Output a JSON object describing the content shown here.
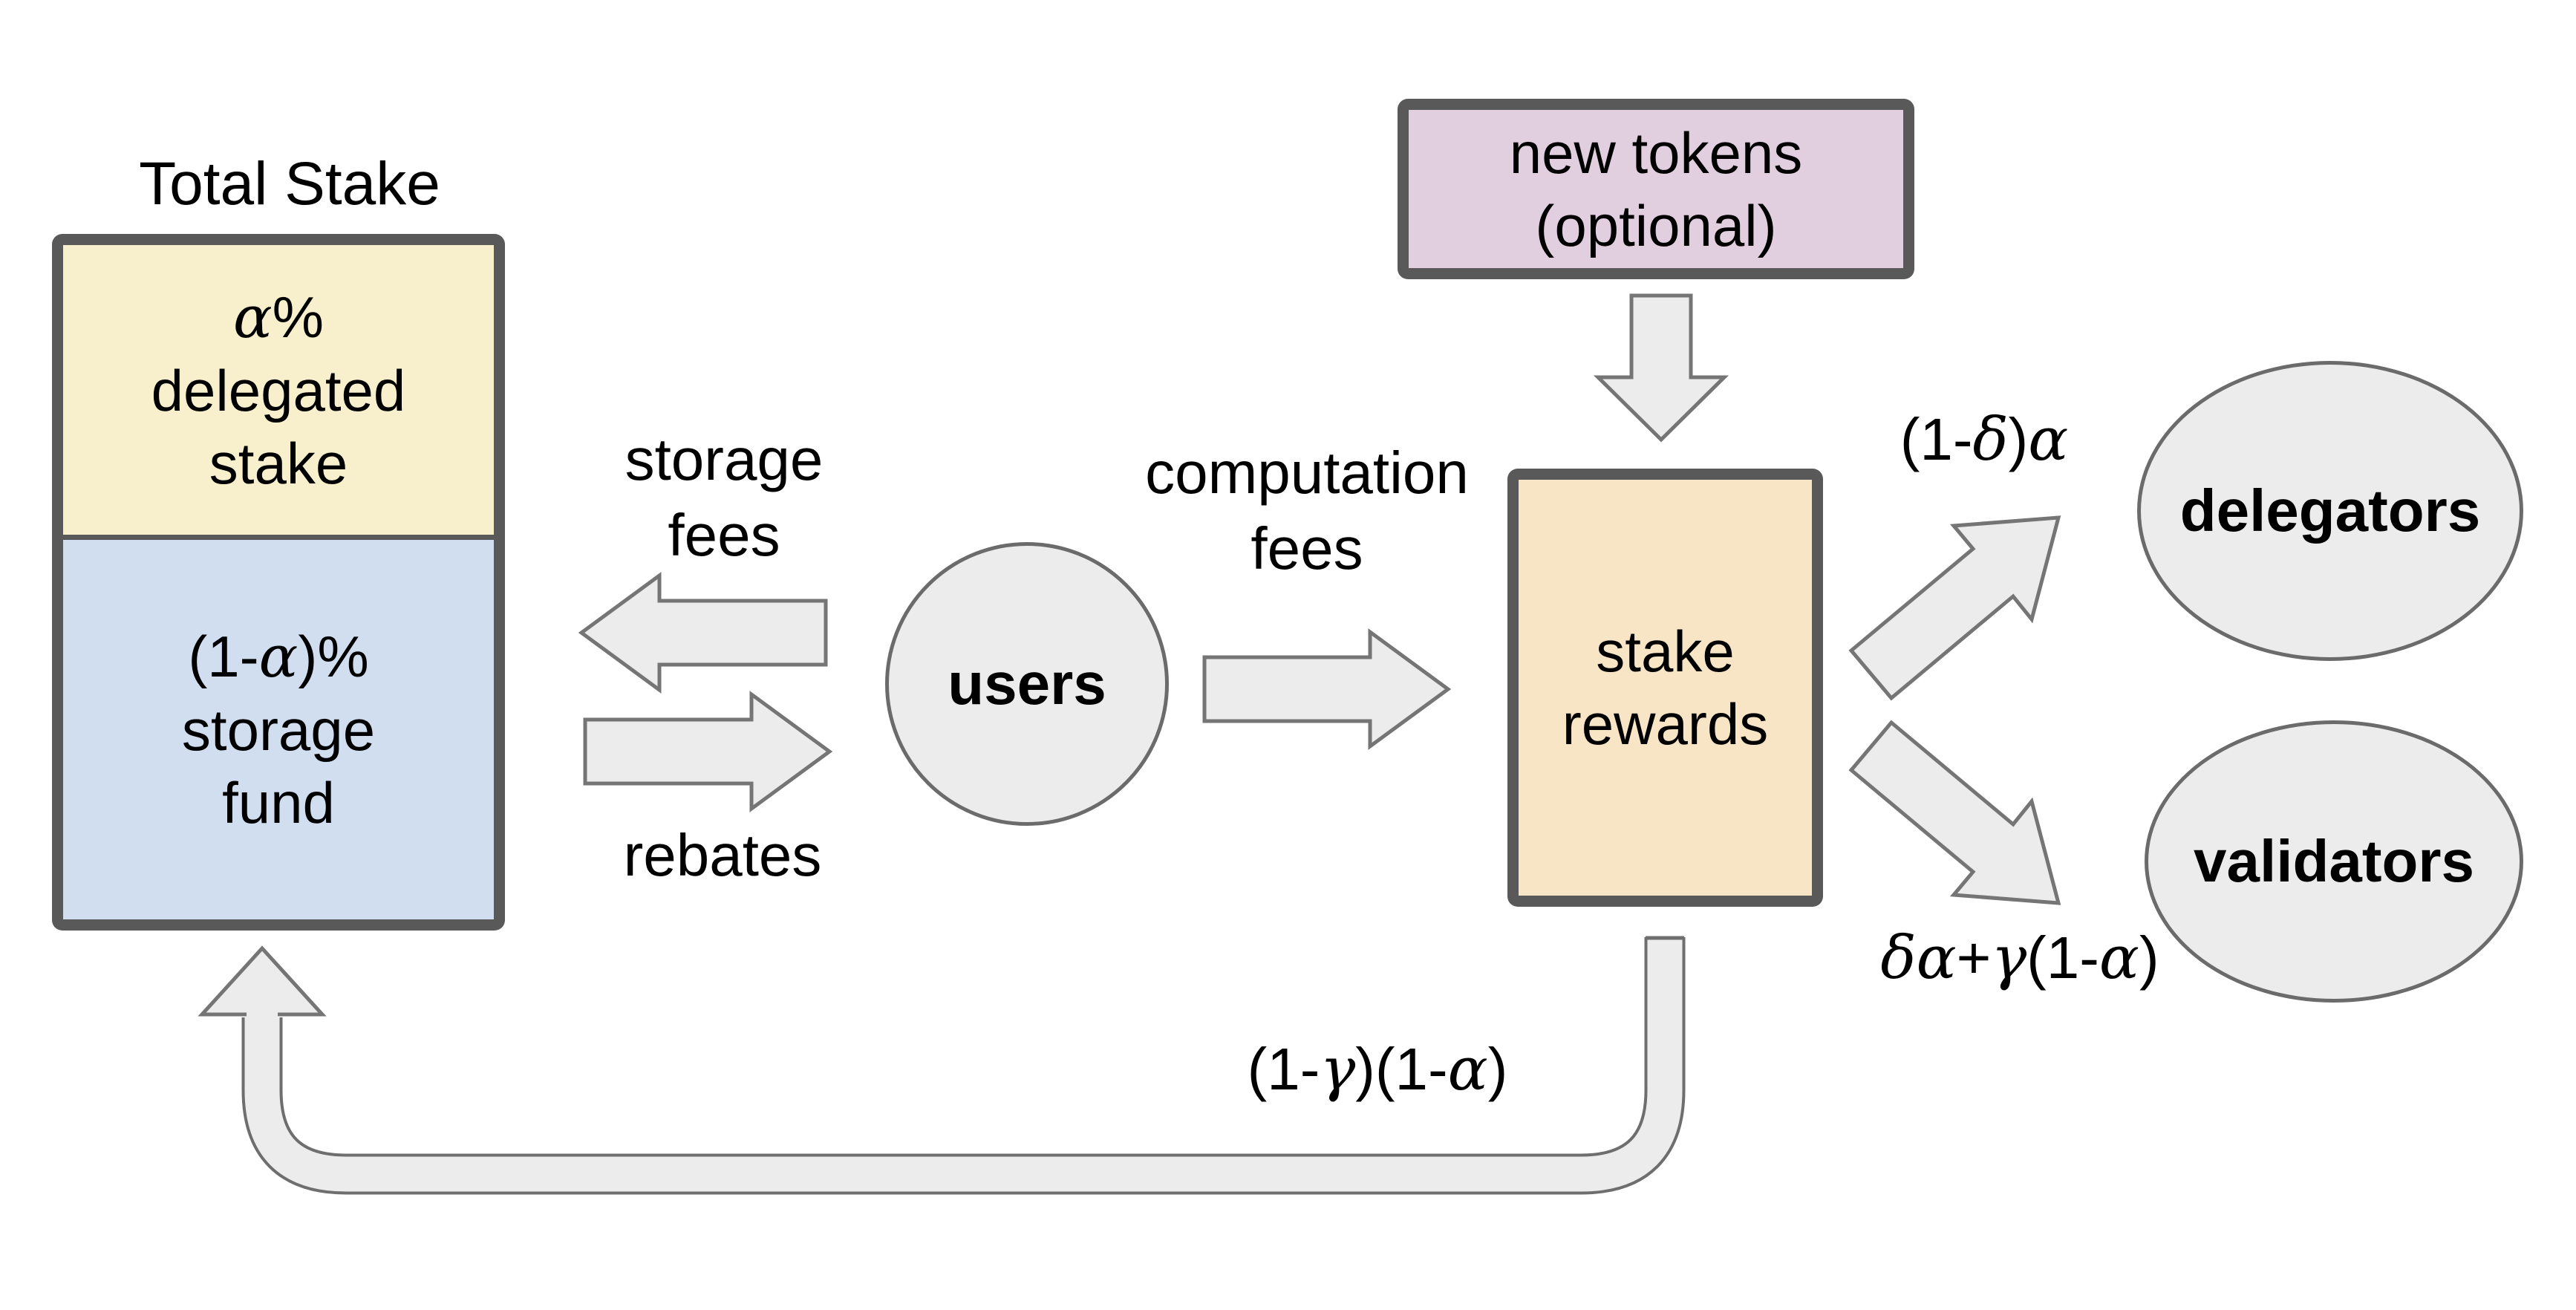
{
  "title": "Total Stake",
  "nodes": {
    "total_stake": {
      "delegated_lines": [
        "α%",
        "delegated",
        "stake"
      ],
      "storage_fund_lines": [
        "(1-α)%",
        "storage",
        "fund"
      ],
      "delegated_fill": "#f8f0cc",
      "storage_fund_fill": "#d0def0"
    },
    "users": {
      "label": "users",
      "fill": "#ececec"
    },
    "new_tokens": {
      "lines": [
        "new tokens",
        "(optional)"
      ],
      "fill": "#e1cfdf"
    },
    "stake_rewards": {
      "lines": [
        "stake",
        "rewards"
      ],
      "fill": "#f7e5c6"
    },
    "delegators": {
      "label": "delegators",
      "fill": "#ececec"
    },
    "validators": {
      "label": "validators",
      "fill": "#ececec"
    }
  },
  "flows": {
    "storage_fees_lines": [
      "storage",
      "fees"
    ],
    "rebates": "rebates",
    "computation_fees_lines": [
      "computation",
      "fees"
    ],
    "to_delegators": "(1-δ)α",
    "to_validators": "δα+γ(1-α)",
    "to_storage_fund": "(1-γ)(1-α)"
  },
  "colors": {
    "arrow_fill": "#ececec",
    "arrow_stroke": "#757575",
    "box_border": "#595959",
    "ellipse_stroke": "#6b6b6b",
    "text": "#000000"
  }
}
